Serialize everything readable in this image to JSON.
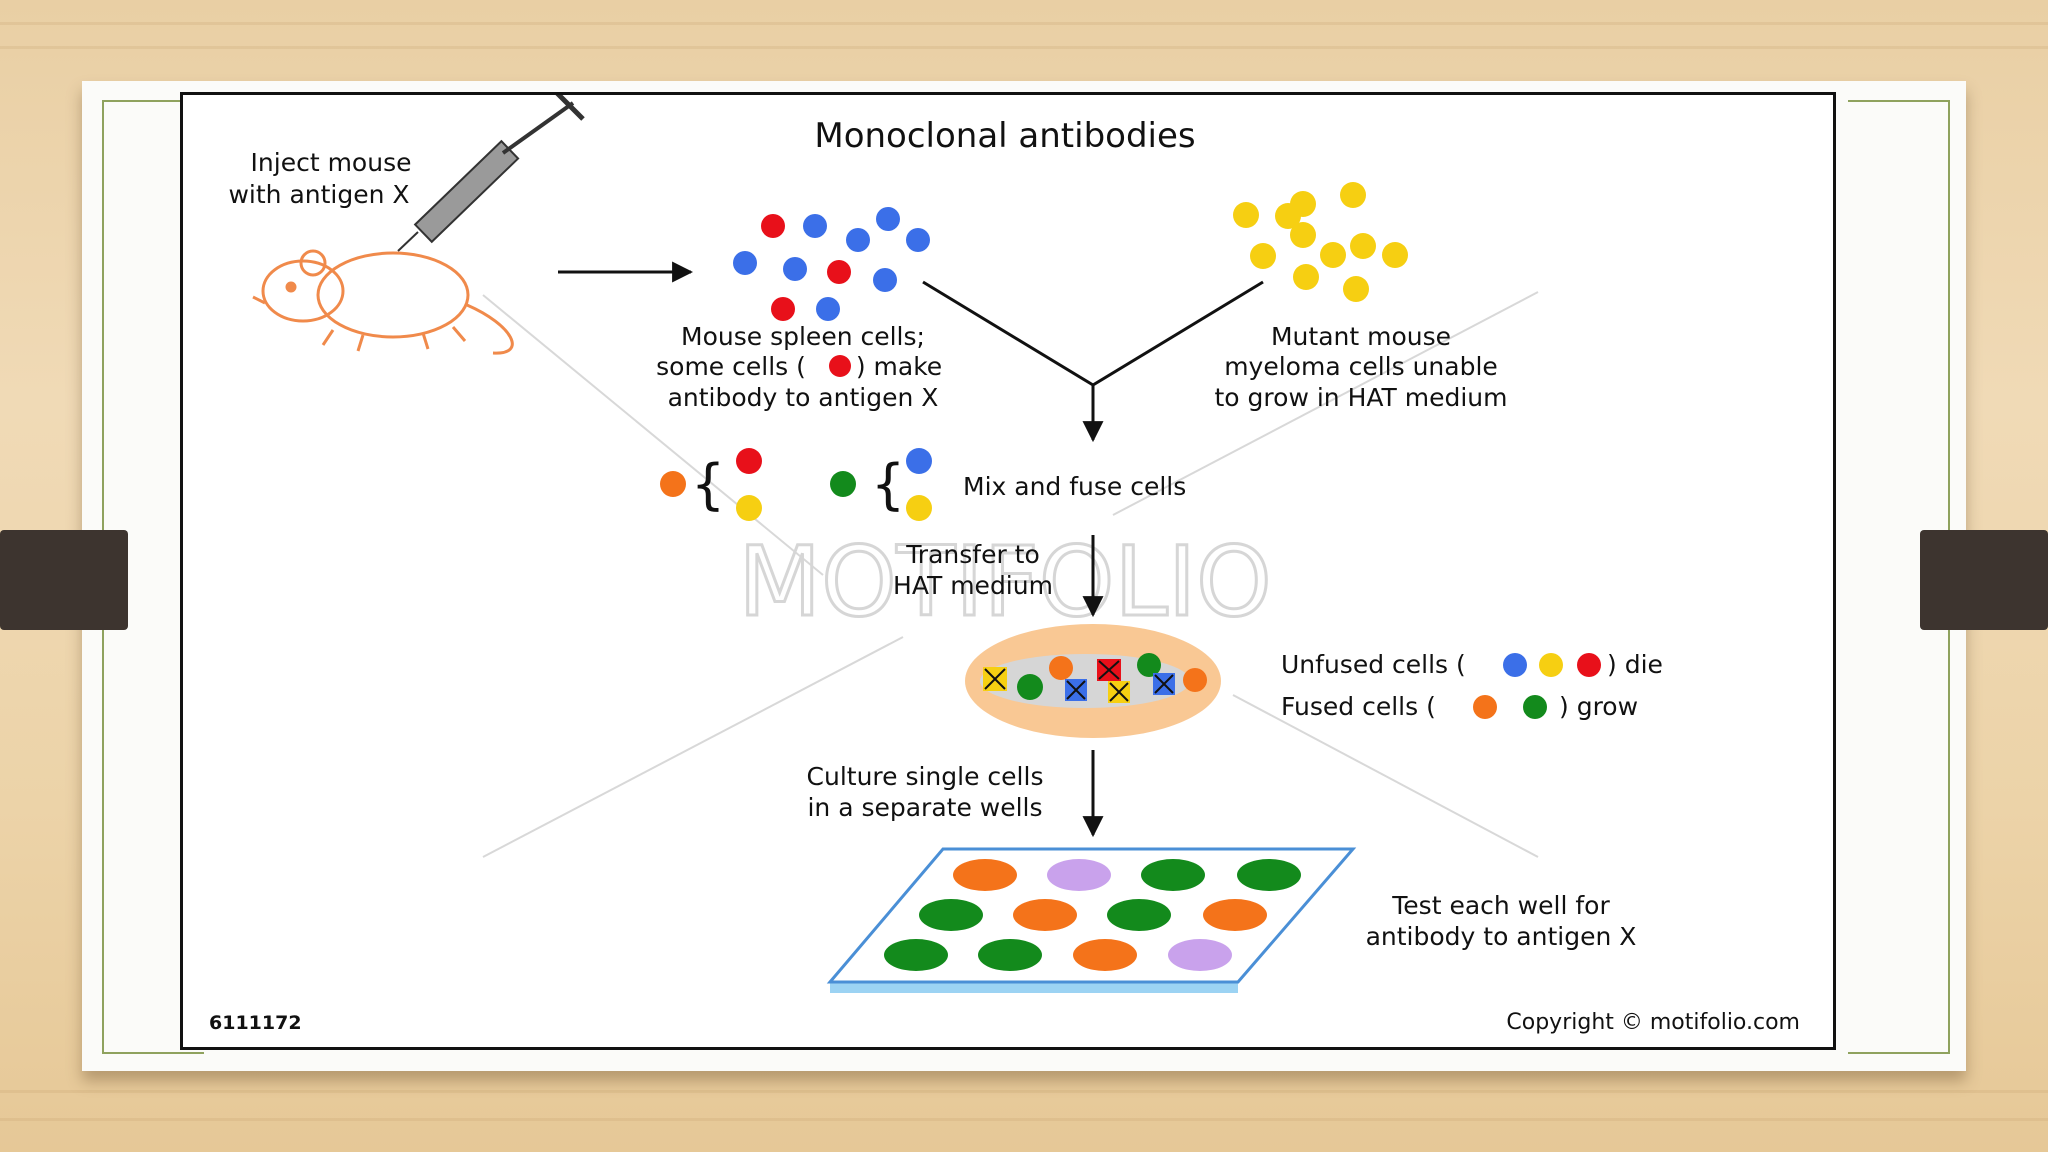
{
  "title": "Monoclonal antibodies",
  "labels": {
    "inject": [
      "Inject mouse",
      "with antigen X"
    ],
    "spleen": [
      "Mouse spleen cells;",
      "some cells (",
      ") make",
      "antibody to antigen X"
    ],
    "myeloma": [
      "Mutant mouse",
      "myeloma cells unable",
      "to grow in HAT medium"
    ],
    "mix": "Mix and fuse cells",
    "transfer": [
      "Transfer to",
      "HAT medium"
    ],
    "unfused": [
      "Unfused cells (",
      ") die"
    ],
    "fused": [
      "Fused cells (",
      ") grow"
    ],
    "culture": [
      "Culture single cells",
      "in a separate wells"
    ],
    "test": [
      "Test each well for",
      "antibody to antigen X"
    ]
  },
  "figure_id": "6111172",
  "copyright": "Copyright © motifolio.com",
  "watermark": "MOTIFOLIO",
  "colors": {
    "red": "#e8101a",
    "blue": "#3b6fe8",
    "yellow": "#f6cf12",
    "orange": "#f4731a",
    "green": "#138a1c",
    "lilac": "#c9a2ec",
    "mouse": "#f08a4b",
    "dish": "#f9c894",
    "plate": "#9cd3f3"
  }
}
